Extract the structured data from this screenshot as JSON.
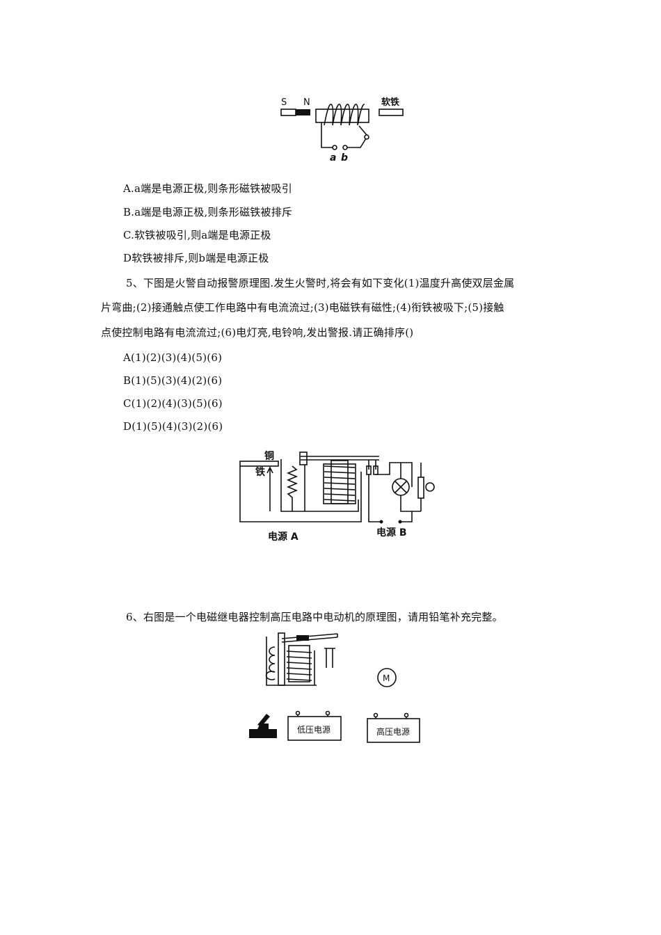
{
  "figure1": {
    "label_s": "S",
    "label_n": "N",
    "label_soft_iron": "软铁",
    "label_a": "a",
    "label_b": "b"
  },
  "q4": {
    "options": [
      "A.a端是电源正极,则条形磁铁被吸引",
      "B.a端是电源正极,则条形磁铁被排斥",
      "C.软铁被吸引,则a端是电源正极",
      "D软铁被排斥,则b端是电源正极"
    ]
  },
  "q5": {
    "lines": [
      "5、下图是火警自动报警原理图.发生火警时,将会有如下变化(1)温度升高使双层金属",
      "片弯曲;(2)接通触点使工作电路中有电流流过;(3)电磁铁有磁性;(4)衔铁被吸下;(5)接触",
      "点使控制电路有电流流过;(6)电灯亮,电铃响,发出警报.请正确排序()"
    ],
    "options": [
      "A(1)(2)(3)(4)(5)(6)",
      "B(1)(5)(3)(4)(2)(6)",
      "C(1)(2)(4)(3)(5)(6)",
      "D(1)(5)(4)(3)(2)(6)"
    ]
  },
  "figure2": {
    "label_copper": "铜",
    "label_iron": "铁",
    "label_power_a": "电源 A",
    "label_power_b": "电源 B"
  },
  "q6": {
    "text": "6、右图是一个电磁继电器控制高压电路中电动机的原理图，请用铅笔补充完整。"
  },
  "figure3": {
    "label_motor": "M",
    "label_low_voltage": "低压电源",
    "label_high_voltage": "高压电源"
  }
}
